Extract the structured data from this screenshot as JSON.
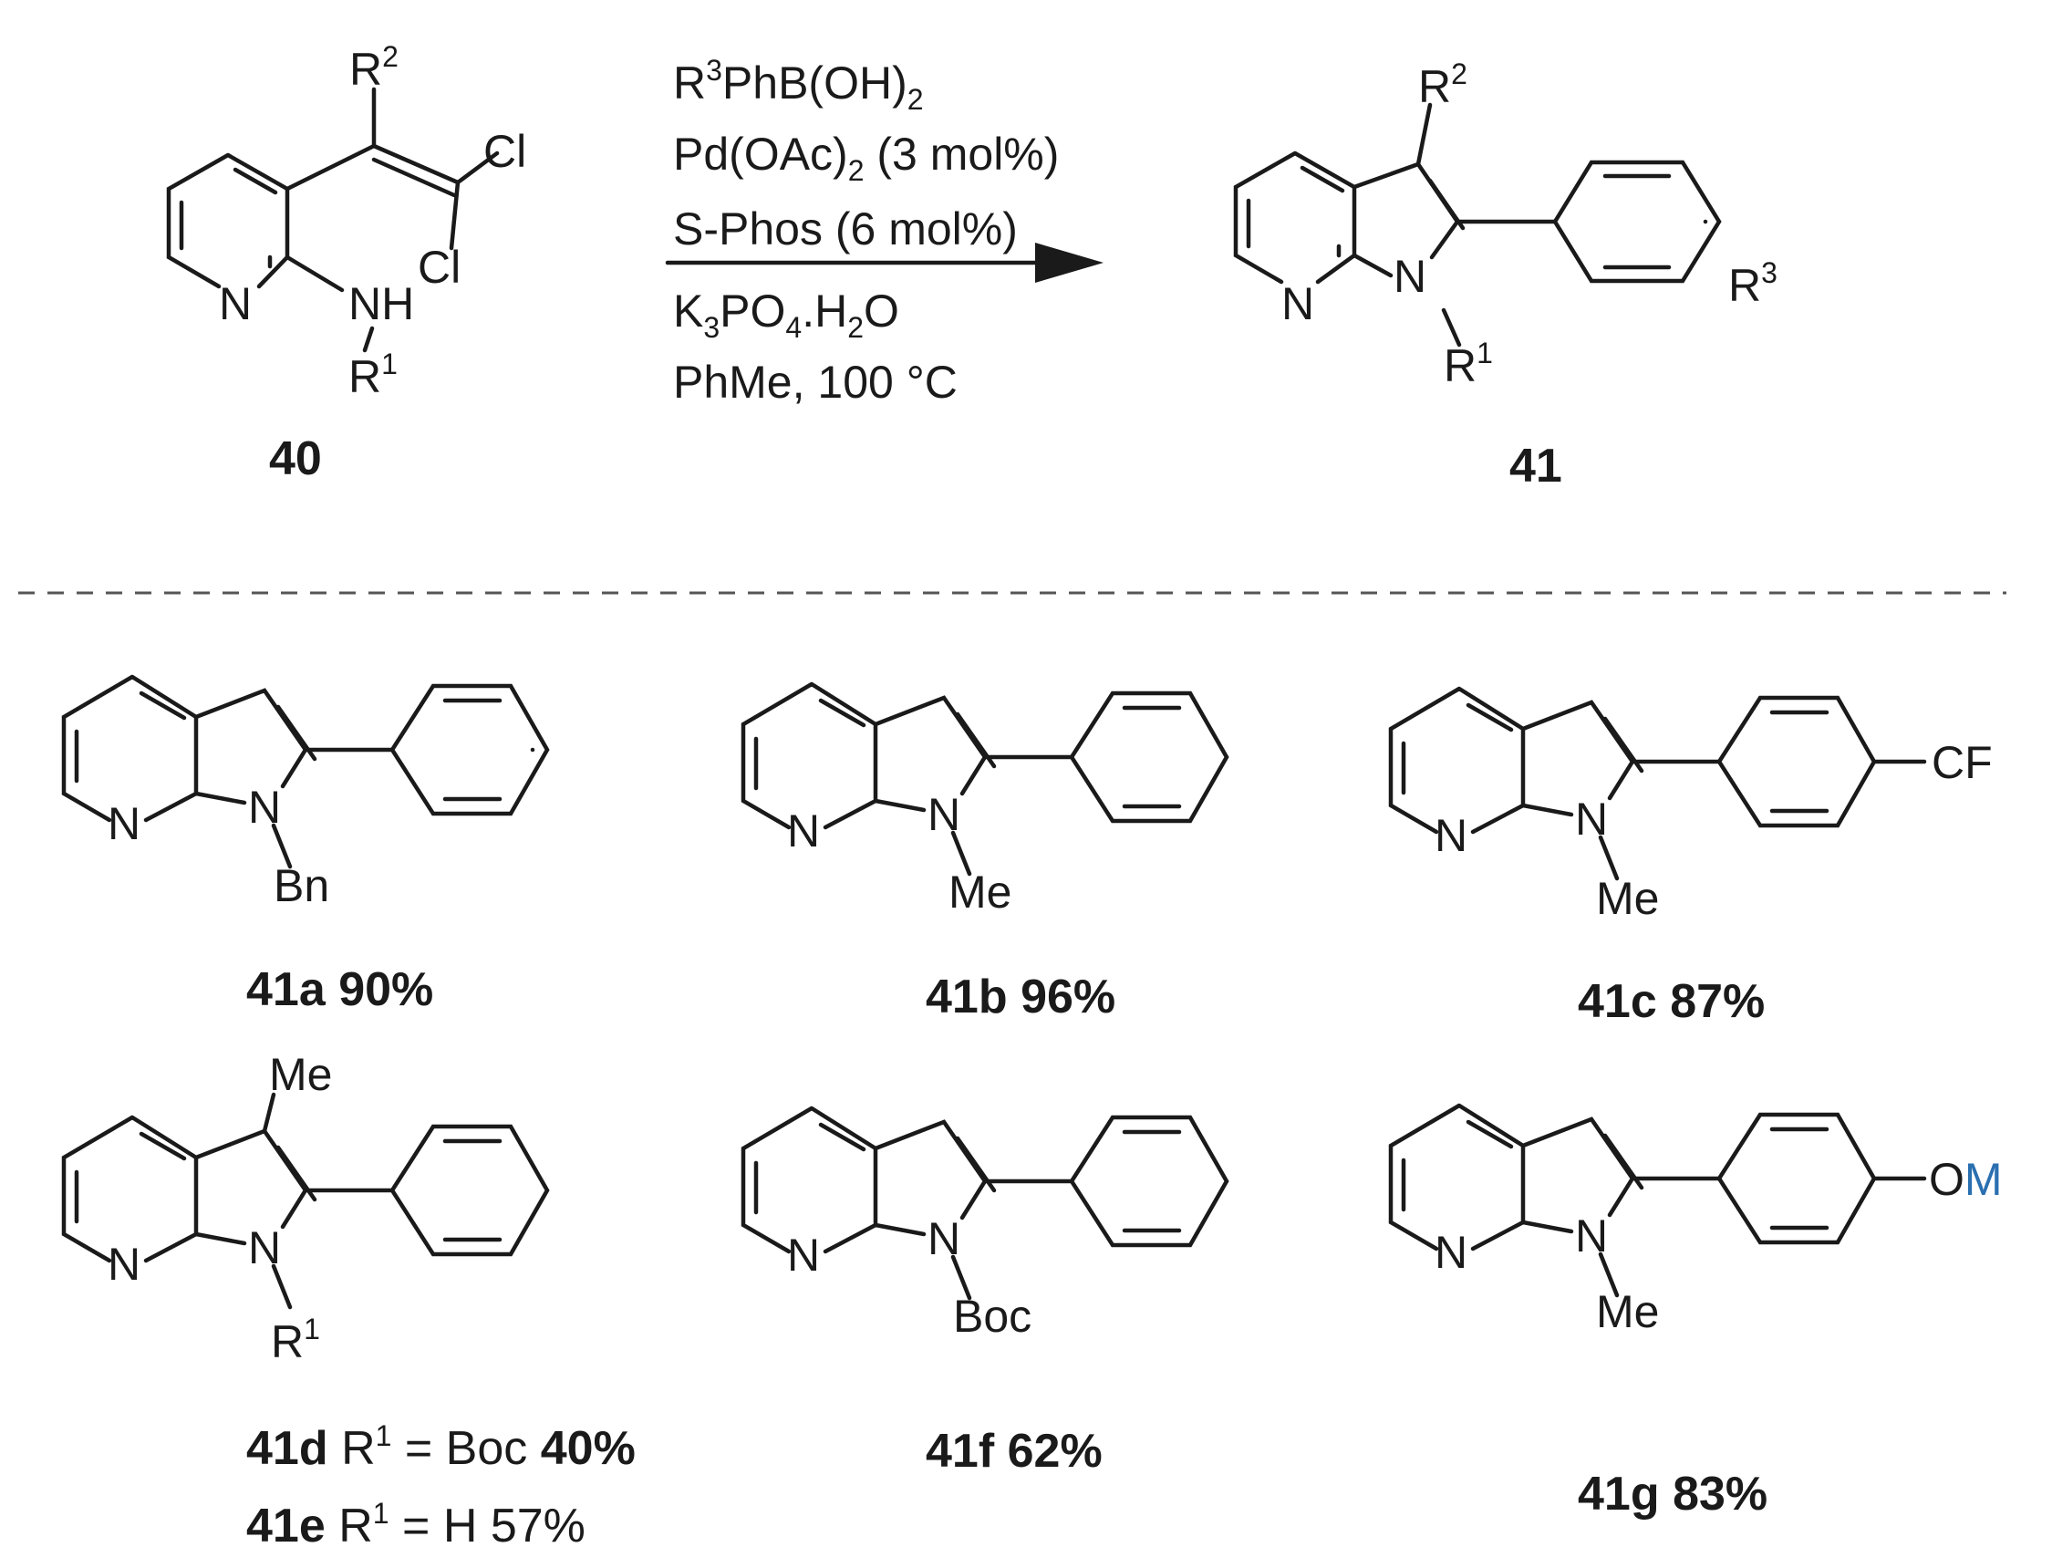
{
  "reactant": {
    "number": "40",
    "labels": {
      "r2": "R",
      "r2_sup": "2",
      "cl1": "Cl",
      "cl2": "Cl",
      "n": "N",
      "nh": "NH",
      "r1": "R",
      "r1_sup": "1"
    }
  },
  "conditions": {
    "line1_a": "R",
    "line1_sup": "3",
    "line1_b": "PhB(OH)",
    "line1_sub": "2",
    "line2_a": "Pd(OAc)",
    "line2_sub": "2",
    "line2_b": " (3 mol%)",
    "line3": "S-Phos (6 mol%)",
    "line4_a": "K",
    "line4_sub1": "3",
    "line4_b": "PO",
    "line4_sub2": "4",
    "line4_c": ".H",
    "line4_sub3": "2",
    "line4_d": "O",
    "line5": "PhMe, 100 °C"
  },
  "product": {
    "number": "41",
    "labels": {
      "r2": "R",
      "r2_sup": "2",
      "n": "N",
      "n1": "N",
      "r1": "R",
      "r1_sup": "1",
      "r3": "R",
      "r3_sup": "3"
    }
  },
  "examples": [
    {
      "id": "41a",
      "yield": "90%",
      "n": "N",
      "n1": "N",
      "sub": "Bn"
    },
    {
      "id": "41b",
      "yield": "96%",
      "n": "N",
      "n1": "N",
      "sub": "Me"
    },
    {
      "id": "41c",
      "yield": "87%",
      "n": "N",
      "n1": "N",
      "sub": "Me",
      "para": "CF"
    },
    {
      "id": "41d",
      "n": "N",
      "n1": "N",
      "me": "Me",
      "sub_a": "R",
      "sub_sup": "1",
      "cap1_id": "41d",
      "cap1_r": "R",
      "cap1_sup": "1",
      "cap1_eq": " = Boc ",
      "cap1_yield": "40%",
      "cap2_id": "41e",
      "cap2_r": "R",
      "cap2_sup": "1",
      "cap2_eq": " = H 57%"
    },
    {
      "id": "41f",
      "yield": "62%",
      "n": "N",
      "n1": "N",
      "sub": "Boc"
    },
    {
      "id": "41g",
      "yield": "83%",
      "n": "N",
      "n1": "N",
      "sub": "Me",
      "para_a": "O",
      "para_b": "M"
    }
  ],
  "colors": {
    "ink": "#1a1a1a",
    "accent": "#2a6fb0"
  }
}
